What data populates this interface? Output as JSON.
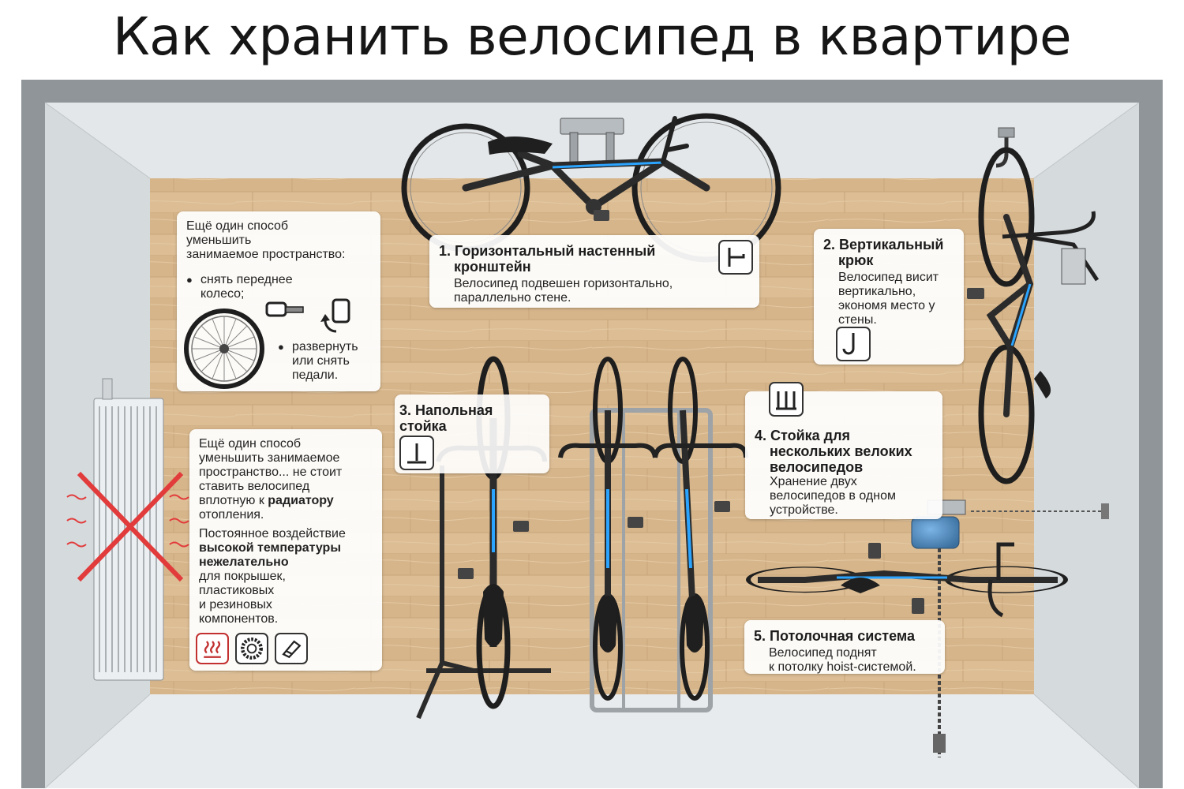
{
  "title": "Как хранить велосипед в квартире",
  "colors": {
    "wall": "#8f9598",
    "inner_wall": "#dfe3e5",
    "floor": "#d8b88f",
    "frame_blue": "#2aa4ff",
    "warning_red": "#e23b3b"
  },
  "tip_wheel": {
    "line1": "Ещё один способ",
    "line2": "уменьшить",
    "line3": "занимаемое пространство:",
    "bullet1a": "снять переднее",
    "bullet1b": "колесо;",
    "bullet2a": "развернуть",
    "bullet2b": "или снять",
    "bullet2c": "педали."
  },
  "method1": {
    "title_a": "1. Горизонтальный настенный",
    "title_b": "кронштейн",
    "desc_a": "Велосипед подвешен горизонтально,",
    "desc_b": "параллельно стене.",
    "icon": "wall-bracket-icon"
  },
  "method2": {
    "title_a": "2. Вертикальный",
    "title_b": "крюк",
    "desc_a": "Велосипед висит",
    "desc_b": "вертикально,",
    "desc_c": "экономя место у",
    "desc_d": "стены.",
    "icon": "hook-icon"
  },
  "method3": {
    "title_a": "3. Напольная",
    "title_b": "стойка",
    "icon": "floor-stand-icon"
  },
  "method4": {
    "title_a": "4. Стойка для",
    "title_b": "нескольких велоких",
    "title_c": "велосипедов",
    "desc_a": "Хранение двух",
    "desc_b": "велосипедов в одном",
    "desc_c": "устройстве.",
    "icon": "multi-rack-icon"
  },
  "method5": {
    "title": "5. Потолочная система",
    "desc_a": "Велосипед поднят",
    "desc_b": "к потолку hoist-системой."
  },
  "tip_radiator": {
    "p1a": "Ещё один способ",
    "p1b": "уменьшить занимаемое",
    "p1c": "пространство... не стоит",
    "p1d": "ставить велосипед",
    "p1e": "вплотную к ",
    "p1e_bold": "радиатору",
    "p1f": "отопления.",
    "p2a": "Постоянное воздействие",
    "p2b_bold": "высокой температуры",
    "p2c_bold": "нежелательно",
    "p2d": "для покрышек,",
    "p2e": "пластиковых",
    "p2f": "и резиновых",
    "p2g": "компонентов.",
    "icons": [
      "heat-icon",
      "tire-icon",
      "plastic-part-icon"
    ]
  }
}
